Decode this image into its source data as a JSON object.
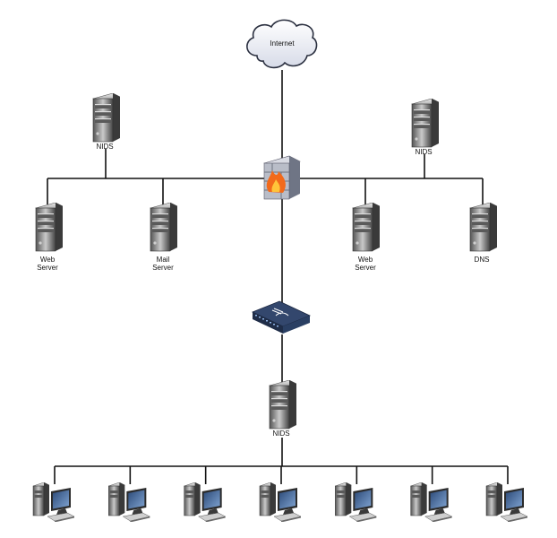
{
  "diagram": {
    "labels": {
      "internet": "Internet",
      "nids_left": "NIDS",
      "nids_right": "NIDS",
      "nids_center": "NIDS",
      "web_server_left_l1": "Web",
      "web_server_left_l2": "Server",
      "mail_server_l1": "Mail",
      "mail_server_l2": "Server",
      "web_server_right_l1": "Web",
      "web_server_right_l2": "Server",
      "dns": "DNS"
    },
    "icons": {
      "cloud": "cloud-icon",
      "firewall": "firewall-icon",
      "switch": "network-switch-icon",
      "server": "server-tower-icon",
      "workstation": "workstation-icon"
    },
    "colors": {
      "line": "#111111",
      "server_dark": "#3a3a3a",
      "server_light": "#b8b8b8",
      "firewall_flame": "#f26a1b",
      "switch_blue": "#2a3f63",
      "cloud_fill": "#eef0f7"
    },
    "workstation_count": 7
  }
}
